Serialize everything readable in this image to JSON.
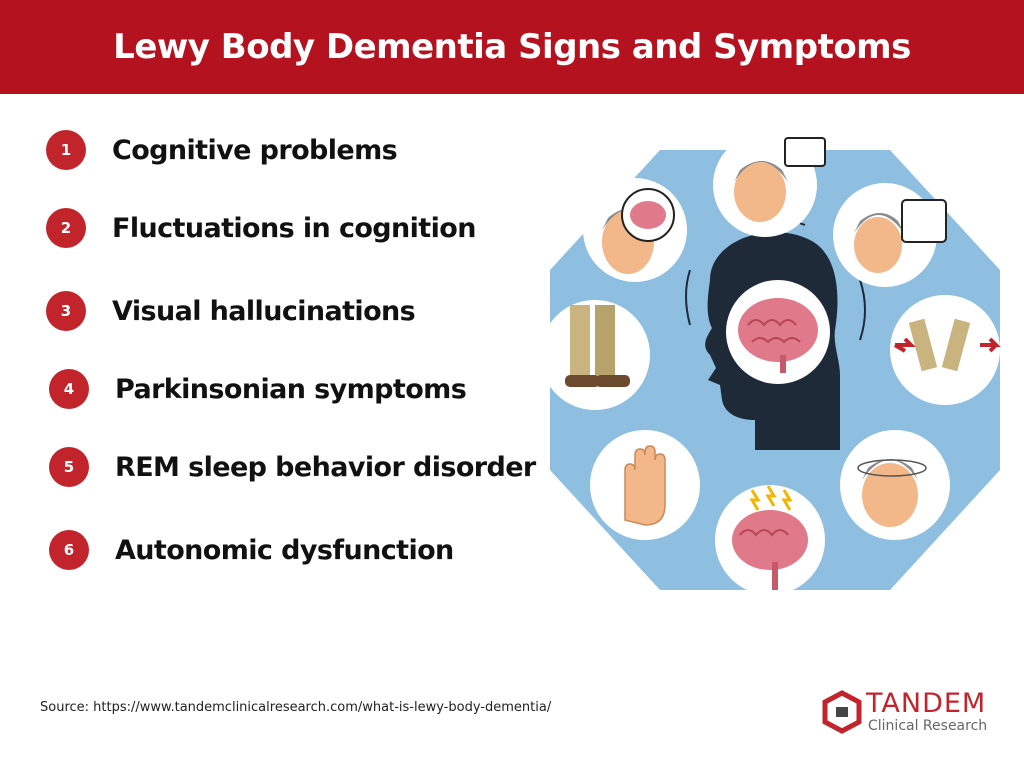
{
  "header": {
    "title": "Lewy Body Dementia Signs and Symptoms"
  },
  "symptoms": [
    {
      "number": "1",
      "label": "Cognitive problems"
    },
    {
      "number": "2",
      "label": "Fluctuations in cognition"
    },
    {
      "number": "3",
      "label": "Visual hallucinations"
    },
    {
      "number": "4",
      "label": "Parkinsonian symptoms"
    },
    {
      "number": "5",
      "label": "REM sleep behavior disorder"
    },
    {
      "number": "6",
      "label": "Autonomic dysfunction"
    }
  ],
  "illustration": {
    "icons": [
      "head-silhouette-brain-icon",
      "brain-profile-icon",
      "thinking-face-icon",
      "talking-face-icon",
      "walking-legs-icon",
      "dizzy-face-icon",
      "shocked-brain-icon",
      "trembling-hand-icon",
      "shaking-legs-icon"
    ]
  },
  "footer": {
    "source": "Source: https://www.tandemclinicalresearch.com/what-is-lewy-body-dementia/",
    "logo_brand": "TANDEM",
    "logo_sub": "Clinical Research"
  },
  "colors": {
    "accent": "#b4121f",
    "number_badge": "#c2242c",
    "illustration_bg": "#8ebfe0"
  }
}
